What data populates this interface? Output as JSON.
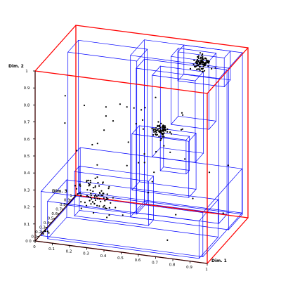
{
  "diagram": {
    "axes": {
      "x": {
        "title": "Dim. 1",
        "ticks": [
          "0",
          "0.1",
          "0.2",
          "0.3",
          "0.4",
          "0.5",
          "0.6",
          "0.7",
          "0.8",
          "0.9",
          "1"
        ]
      },
      "y": {
        "title": "Dim. 2",
        "ticks": [
          "0",
          "0.1",
          "0.2",
          "0.3",
          "0.4",
          "0.5",
          "0.6",
          "0.7",
          "0.8",
          "0.9",
          "1"
        ]
      },
      "z": {
        "title": "Dim. 3",
        "ticks": [
          "0",
          "0.1",
          "0.2",
          "0.3",
          "0.4",
          "0.5",
          "0.6",
          "0.7",
          "0.8",
          "0.9",
          "1"
        ]
      }
    },
    "colors": {
      "outer_cube": "#ff0000",
      "sub_boxes": "#0000ff",
      "points": "#000000"
    },
    "outer_cube": [
      0,
      1,
      0,
      1,
      0,
      1
    ],
    "boxes": [
      [
        0.03,
        0.97,
        0.03,
        0.29,
        0.02,
        0.98
      ],
      [
        0.07,
        0.95,
        0.02,
        0.24,
        0.01,
        0.48
      ],
      [
        0.12,
        0.55,
        0.04,
        0.3,
        0.46,
        0.58
      ],
      [
        0.02,
        0.42,
        0.02,
        0.92,
        0.72,
        0.98
      ],
      [
        0.4,
        0.97,
        0.02,
        0.97,
        0.65,
        0.99
      ],
      [
        0.45,
        0.93,
        0.07,
        0.92,
        0.58,
        0.78
      ],
      [
        0.55,
        0.8,
        0.42,
        0.9,
        0.55,
        0.75
      ],
      [
        0.6,
        0.82,
        0.55,
        0.95,
        0.8,
        0.98
      ],
      [
        0.63,
        0.9,
        0.8,
        0.97,
        0.84,
        0.99
      ],
      [
        0.52,
        0.85,
        0.32,
        0.65,
        0.18,
        0.36
      ],
      [
        0.68,
        0.83,
        0.45,
        0.65,
        0.2,
        0.28
      ]
    ],
    "clusters": [
      {
        "center": [
          0.75,
          0.9,
          0.92
        ],
        "spread": [
          0.04,
          0.03,
          0.03
        ],
        "count": 95
      },
      {
        "center": [
          0.58,
          0.56,
          0.62
        ],
        "spread": [
          0.03,
          0.03,
          0.03
        ],
        "count": 75
      },
      {
        "center": [
          0.22,
          0.17,
          0.52
        ],
        "spread": [
          0.07,
          0.07,
          0.04
        ],
        "count": 85
      },
      {
        "center": [
          0.5,
          0.5,
          0.5
        ],
        "spread": [
          0.3,
          0.3,
          0.3
        ],
        "count": 45
      },
      {
        "center": [
          0.05,
          0.05,
          0.05
        ],
        "spread": [
          0.02,
          0.02,
          0.02
        ],
        "count": 6
      }
    ]
  }
}
